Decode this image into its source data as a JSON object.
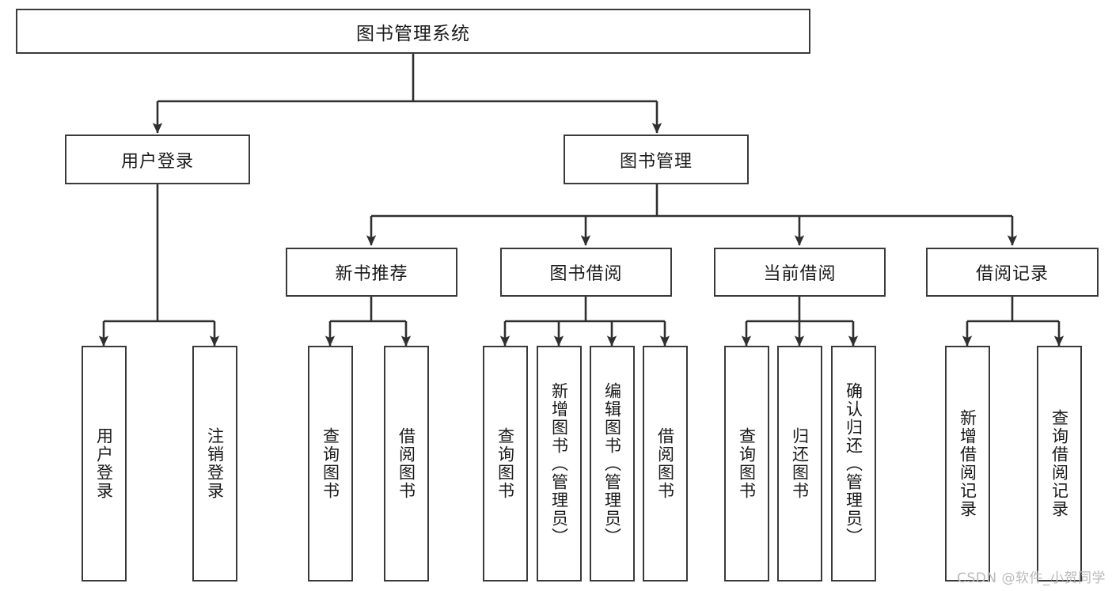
{
  "diagram": {
    "title": "图书管理系统",
    "type": "tree-hierarchy-chart",
    "colors": {
      "box_border": "#3a3a3a",
      "box_fill": "#ffffff",
      "connector": "#2f2f2f",
      "text": "#1a1a1a",
      "watermark": "#b9b9b9",
      "background": "#ffffff"
    },
    "root": {
      "label": "图书管理系统"
    },
    "level1": [
      {
        "id": "user-login",
        "label": "用户登录"
      },
      {
        "id": "book-management",
        "label": "图书管理"
      }
    ],
    "level2": [
      {
        "id": "new-book-recommend",
        "label": "新书推荐",
        "parent": "book-management"
      },
      {
        "id": "book-borrow",
        "label": "图书借阅",
        "parent": "book-management"
      },
      {
        "id": "current-borrow",
        "label": "当前借阅",
        "parent": "book-management"
      },
      {
        "id": "borrow-record",
        "label": "借阅记录",
        "parent": "book-management"
      }
    ],
    "leaves": {
      "user_login": [
        {
          "id": "leaf-user-login",
          "label": "用户登录"
        },
        {
          "id": "leaf-logout-login",
          "label": "注销登录"
        }
      ],
      "new_book_recommend": [
        {
          "id": "leaf-query-book-1",
          "label": "查询图书"
        },
        {
          "id": "leaf-borrow-book-1",
          "label": "借阅图书"
        }
      ],
      "book_borrow": [
        {
          "id": "leaf-query-book-2",
          "label": "查询图书"
        },
        {
          "id": "leaf-add-book",
          "label": "新增图书（管理员）"
        },
        {
          "id": "leaf-edit-book",
          "label": "编辑图书（管理员）"
        },
        {
          "id": "leaf-borrow-book-2",
          "label": "借阅图书"
        }
      ],
      "current_borrow": [
        {
          "id": "leaf-query-book-3",
          "label": "查询图书"
        },
        {
          "id": "leaf-return-book",
          "label": "归还图书"
        },
        {
          "id": "leaf-confirm-return",
          "label": "确认归还（管理员）"
        }
      ],
      "borrow_record": [
        {
          "id": "leaf-add-record",
          "label": "新增借阅记录"
        },
        {
          "id": "leaf-query-record",
          "label": "查询借阅记录"
        }
      ]
    }
  },
  "watermark": {
    "text": "CSDN @软件_小贺同学"
  }
}
